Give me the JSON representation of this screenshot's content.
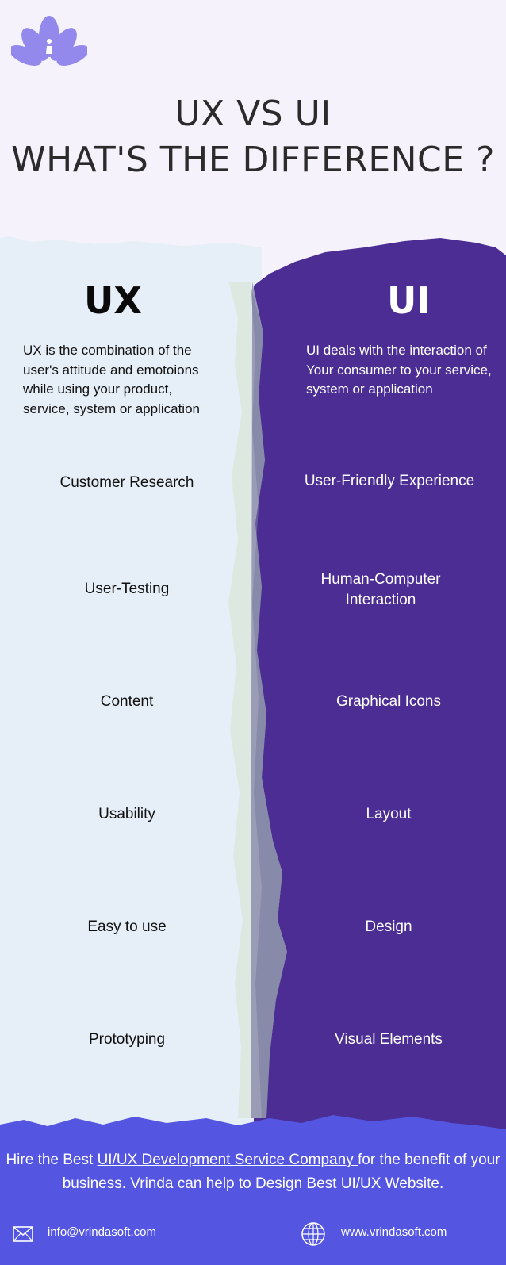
{
  "header": {
    "title_line1": "UX VS UI",
    "title_line2": "WHAT'S THE DIFFERENCE ?"
  },
  "ux": {
    "heading": "UX",
    "description": "UX is the combination of the user's attitude and emotoions while using your product, service, system or application",
    "items": [
      "Customer Research",
      "User-Testing",
      "Content",
      "Usability",
      "Easy to use",
      "Prototyping"
    ]
  },
  "ui": {
    "heading": "UI",
    "description": "UI deals with the interaction of  Your consumer to your service, system or application",
    "items": [
      "User-Friendly Experience",
      "Human-Computer Interaction",
      "Graphical Icons",
      "Layout",
      "Design",
      "Visual Elements"
    ]
  },
  "footer": {
    "text_before": "Hire the Best ",
    "link_text": "UI/UX Development Service Company ",
    "text_after": "for the benefit of your business. Vrinda can help to Design Best UI/UX Website.",
    "email": "info@vrindasoft.com",
    "website": "www.vrindasoft.com"
  },
  "colors": {
    "ux_background": "#e6eff8",
    "ui_background": "#4b2d93",
    "footer_background": "#5456e2",
    "header_background": "#f5f2fb",
    "logo": "#6a5ce6"
  },
  "icons": {
    "logo": "lotus-logo-icon",
    "email": "envelope-icon",
    "website": "globe-icon"
  }
}
